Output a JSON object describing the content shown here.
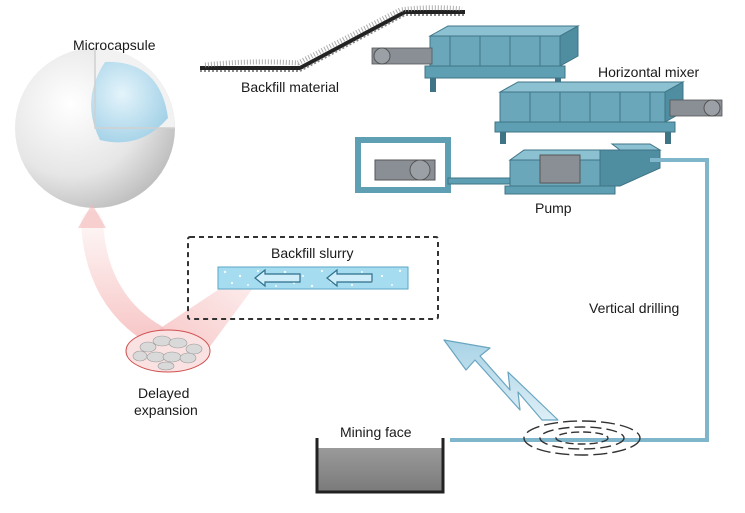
{
  "labels": {
    "microcapsule": "Microcapsule",
    "backfill_material": "Backfill material",
    "horizontal_mixer": "Horizontal mixer",
    "pump": "Pump",
    "backfill_slurry": "Backfill slurry",
    "vertical_drilling": "Vertical drilling",
    "delayed_expansion_line1": "Delayed",
    "delayed_expansion_line2": "expansion",
    "mining_face": "Mining face"
  },
  "colors": {
    "machine_teal": "#5f9fb3",
    "machine_dark": "#3f7486",
    "pipe": "#7fb6cc",
    "slurry_fill": "#9fd8ee",
    "capsule_core": "#bfe3f4",
    "link_pink": "#f4b6b6",
    "rock": "#8a8a8a",
    "dashed_box": "#333333"
  }
}
